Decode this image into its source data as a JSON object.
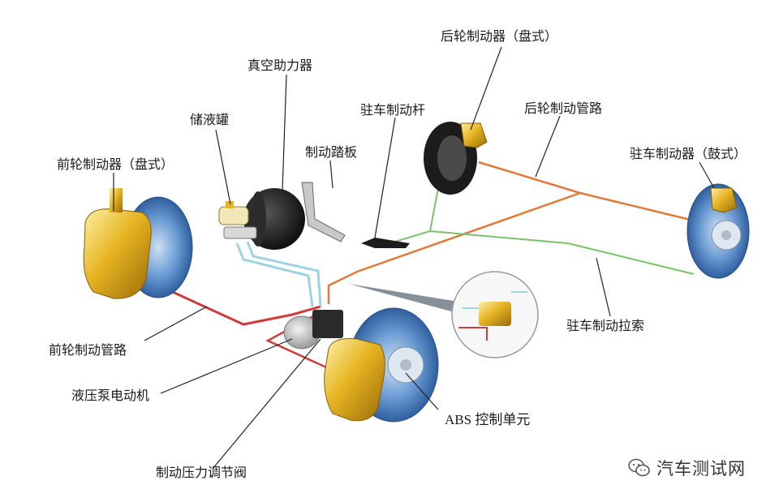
{
  "labels": {
    "rear_brake_disc": "后轮制动器（盘式）",
    "vacuum_booster": "真空助力器",
    "parking_lever": "驻车制动杆",
    "rear_brake_line": "后轮制动管路",
    "reservoir": "储液罐",
    "brake_pedal": "制动踏板",
    "front_brake_disc": "前轮制动器（盘式）",
    "parking_brake_drum": "驻车制动器（鼓式）",
    "parking_cable": "驻车制动拉索",
    "front_brake_line": "前轮制动管路",
    "pump_motor": "液压泵电动机",
    "abs_unit": "ABS 控制单元",
    "pressure_valve": "制动压力调节阀"
  },
  "watermark": {
    "text": "汽车测试网",
    "icon": "wechat-icon"
  },
  "colors": {
    "caliper": "#e6b422",
    "rotor": "#4f86c6",
    "brake_line_front": "#d23a3a",
    "brake_line_rear": "#e07a3a",
    "parking_cable": "#7cc26a",
    "booster_line": "#9fd3e6"
  }
}
